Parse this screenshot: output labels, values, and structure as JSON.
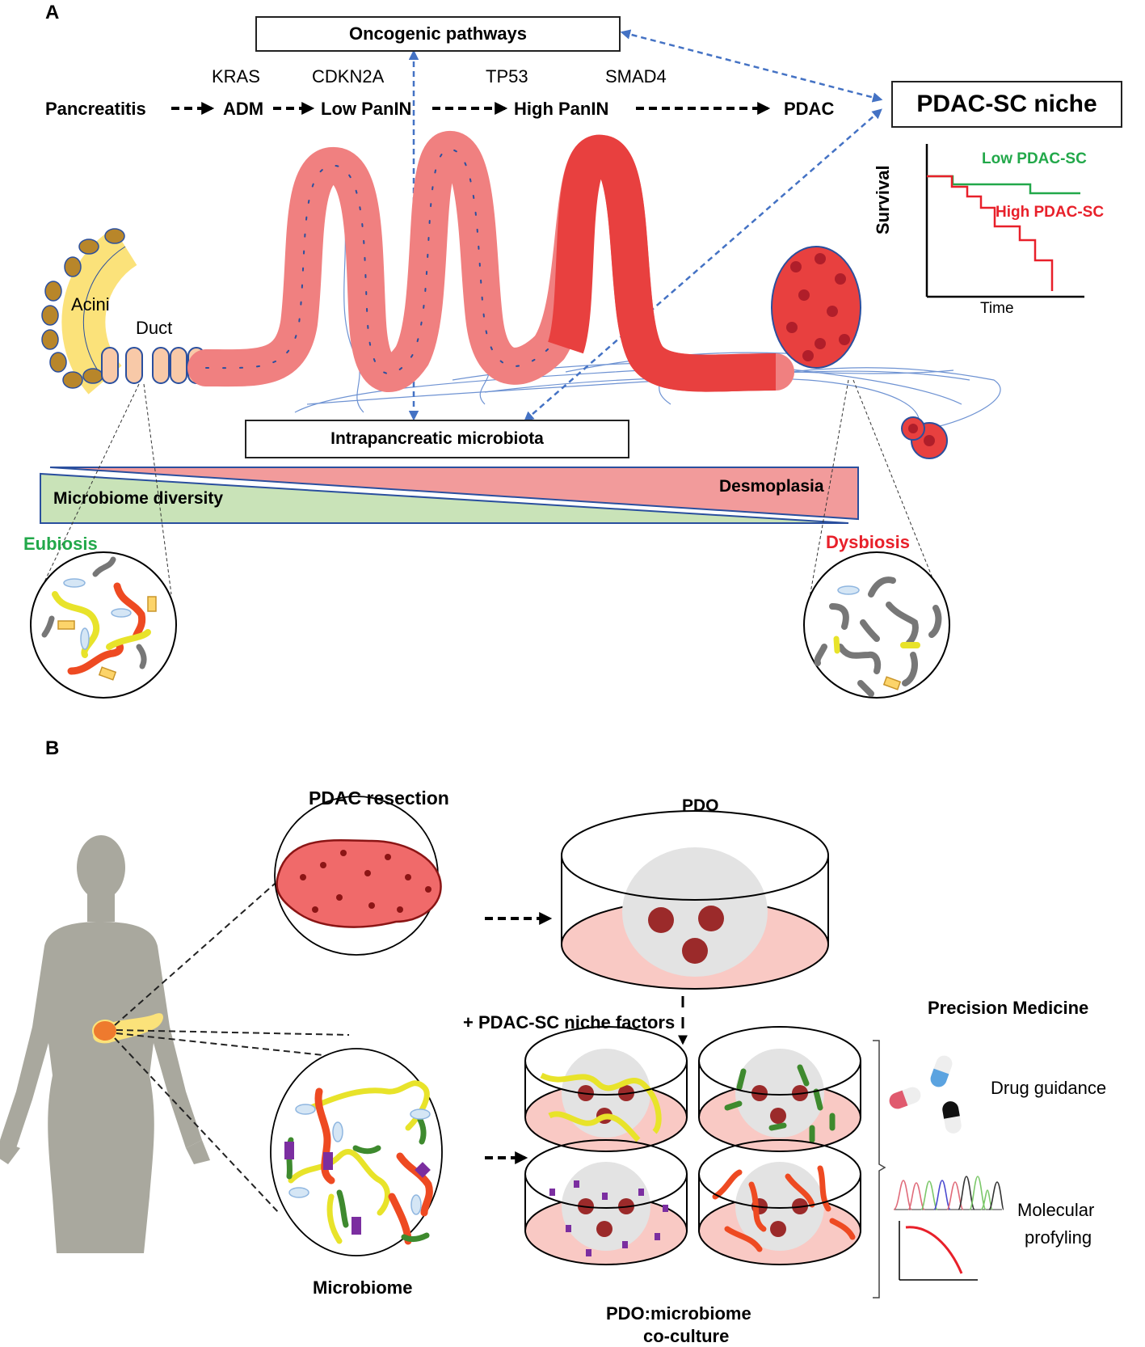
{
  "panel_a": {
    "letter": "A",
    "oncogenic_box": "Oncogenic pathways",
    "genes": [
      "KRAS",
      "CDKN2A",
      "TP53",
      "SMAD4"
    ],
    "progression": [
      "Pancreatitis",
      "ADM",
      "Low PanIN",
      "High PanIN",
      "PDAC"
    ],
    "niche_box": "PDAC-SC niche",
    "survival_plot": {
      "ylabel": "Survival",
      "xlabel": "Time",
      "series": [
        {
          "name": "Low PDAC-SC",
          "color": "#22a84a"
        },
        {
          "name": "High PDAC-SC",
          "color": "#e8202a"
        }
      ]
    },
    "acini_label": "Acini",
    "duct_label": "Duct",
    "microbiota_box": "Intrapancreatic microbiota",
    "gradient_left": "Microbiome diversity",
    "gradient_right": "Desmoplasia",
    "eubiosis_label": "Eubiosis",
    "dysbiosis_label": "Dysbiosis",
    "colors": {
      "arrow_blue": "#4472c4",
      "green_wedge": "#c9e3b8",
      "red_wedge": "#f29b9b",
      "eubiosis": "#22a84a",
      "dysbiosis": "#e8202a"
    }
  },
  "panel_b": {
    "letter": "B",
    "resection_label": "PDAC resection",
    "pdo_label": "PDO",
    "niche_factors_label": "+ PDAC-SC niche factors",
    "microbiome_label": "Microbiome",
    "coculture_label_1": "PDO:microbiome",
    "coculture_label_2": "co-culture",
    "precision_title": "Precision Medicine",
    "drug_label": "Drug guidance",
    "molecular_label_1": "Molecular",
    "molecular_label_2": "profyling",
    "colors": {
      "silhouette": "#a9a89e",
      "tumor": "#ee7a2e",
      "pancreas": "#fbe27a",
      "dish_medium": "#f9c9c4",
      "matrigel": "#e3e3e3",
      "organoid": "#9b2a2a"
    }
  }
}
